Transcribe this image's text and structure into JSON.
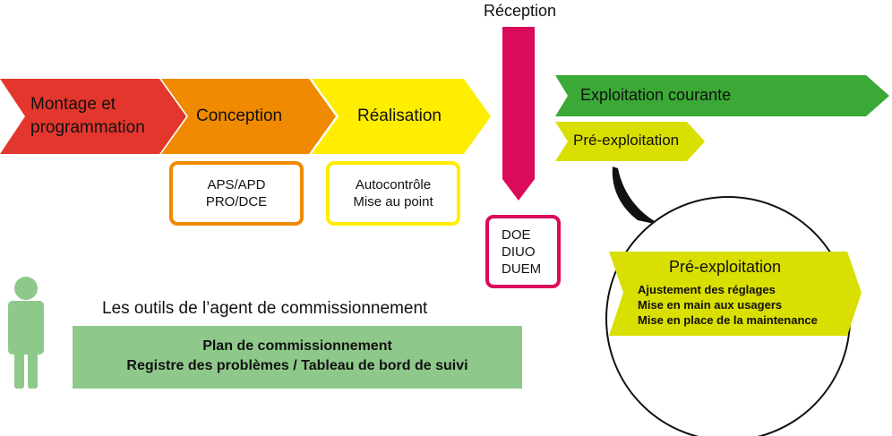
{
  "phases": {
    "montage": {
      "line1": "Montage et",
      "line2": "programmation",
      "color": "#e3372e"
    },
    "conception": {
      "label": "Conception",
      "color": "#f08a00"
    },
    "realisation": {
      "label": "Réalisation",
      "color": "#ffee00"
    },
    "exploitation_courante": {
      "label": "Exploitation courante",
      "color": "#3aa935"
    },
    "pre_exploitation": {
      "label": "Pré-exploitation",
      "color": "#d9df00"
    }
  },
  "reception": {
    "label": "Réception",
    "color": "#dc0a5a"
  },
  "conception_box": {
    "line1": "APS/APD",
    "line2": "PRO/DCE"
  },
  "realisation_box": {
    "line1": "Autocontrôle",
    "line2": "Mise au point"
  },
  "reception_box": {
    "line1": "DOE",
    "line2": "DIUO",
    "line3": "DUEM"
  },
  "zoom": {
    "title": "Pré-exploitation",
    "items": [
      "Ajustement des réglages",
      "Mise en main aux usagers",
      "Mise en place de la maintenance"
    ]
  },
  "tools": {
    "heading": "Les outils de l’agent de commissionnement",
    "line1": "Plan de commissionnement",
    "line2": "Registre des problèmes / Tableau de bord de suivi",
    "color": "#8ec98b"
  },
  "agent_icon_color": "#8ec98b"
}
